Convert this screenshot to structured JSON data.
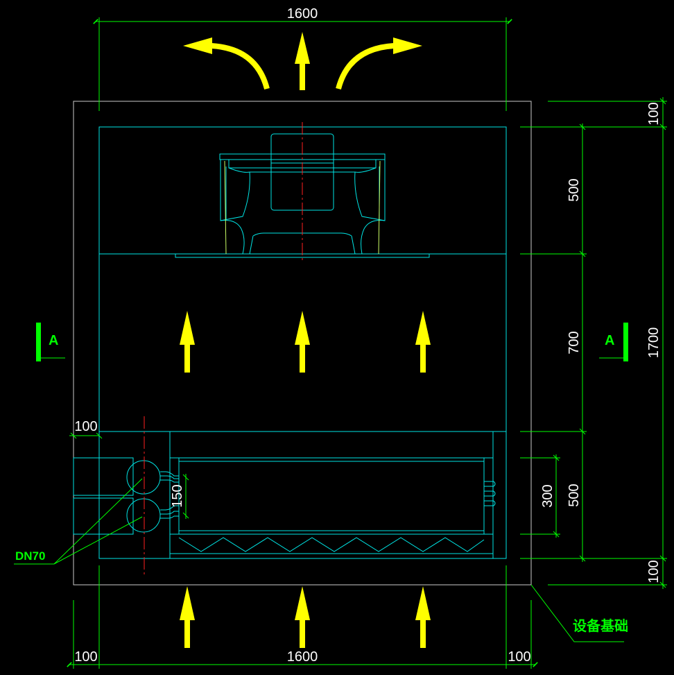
{
  "dimensions": {
    "top_width": "1600",
    "bottom_width": "1600",
    "bottom_left": "100",
    "bottom_right": "100",
    "left_pipe_gap": "100",
    "right_top": "100",
    "right_bottom": "100",
    "total_height": "1700",
    "fan_section": "500",
    "plenum_section": "700",
    "coil_section": "500",
    "coil_inner": "300",
    "pipe_spacing": "150"
  },
  "labels": {
    "section_left": "A",
    "section_right": "A",
    "pipe": "DN70",
    "foundation": "设备基础"
  },
  "colors": {
    "frame": "#cccccc",
    "equipment": "#00e5e5",
    "dimension": "#00ff00",
    "arrow": "#ffff00",
    "centerline": "#ff2020",
    "text": "#ffffff"
  }
}
